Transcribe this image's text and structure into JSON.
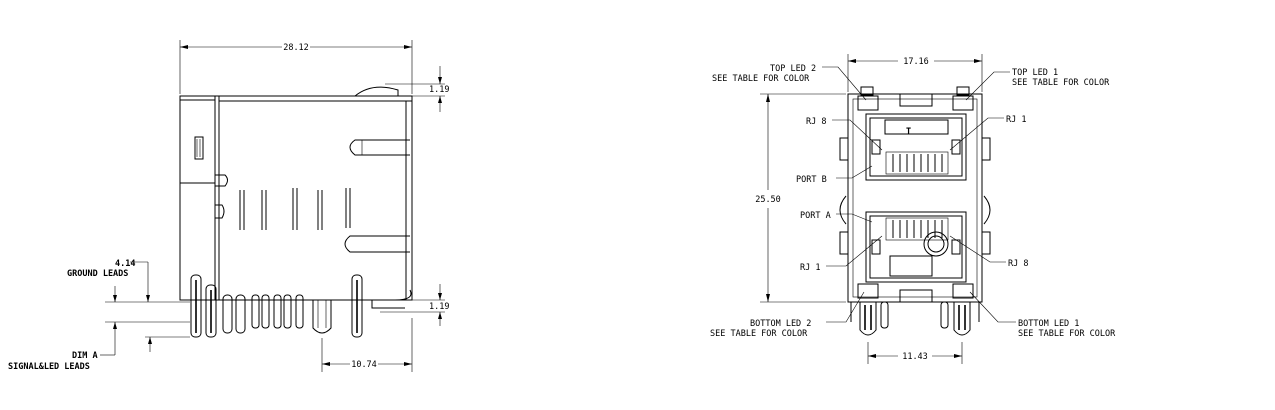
{
  "side_view": {
    "dims": {
      "width": "28.12",
      "top_offset": "1.19",
      "bottom_offset": "1.19",
      "lead_span": "10.74",
      "ground_lead": "4.14"
    },
    "labels": {
      "ground_leads": "GROUND LEADS",
      "dim_a": "DIM A",
      "signal_led_leads": "SIGNAL&LED LEADS"
    }
  },
  "front_view": {
    "dims": {
      "width": "17.16",
      "height": "25.50",
      "lead_span": "11.43"
    },
    "labels": {
      "top_led_2": "TOP LED 2",
      "top_led_1": "TOP LED 1",
      "see_table": "SEE TABLE FOR COLOR",
      "rj8_top": "RJ 8",
      "rj1_top": "RJ 1",
      "port_b": "PORT B",
      "port_a": "PORT A",
      "rj1_bottom": "RJ 1",
      "rj8_bottom": "RJ 8",
      "bottom_led_2": "BOTTOM LED 2",
      "bottom_led_1": "BOTTOM LED 1"
    }
  }
}
